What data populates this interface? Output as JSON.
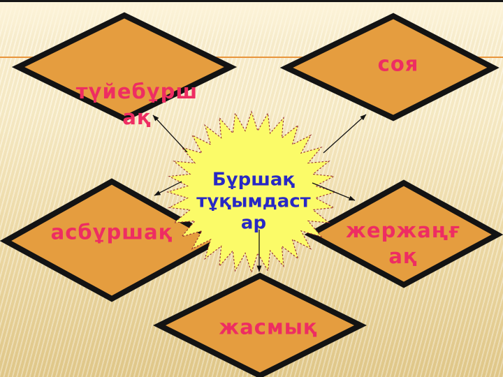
{
  "diagram": {
    "center": {
      "label": "Бұршақ тұқымдастар",
      "lines": [
        "Бұршақ",
        "тұқымдаст",
        "ар"
      ]
    },
    "nodes": [
      {
        "id": "tuyeburshak",
        "label": "түйебұршақ",
        "lines": [
          "түйебұрш",
          "ақ"
        ]
      },
      {
        "id": "soya",
        "label": "соя",
        "lines": [
          "соя"
        ]
      },
      {
        "id": "asburshak",
        "label": "асбұршақ",
        "lines": [
          "асбұршақ"
        ]
      },
      {
        "id": "zherzhangak",
        "label": "жержаңғақ",
        "lines": [
          "жержаңғ",
          "ақ"
        ]
      },
      {
        "id": "zhasmyk",
        "label": "жасмық",
        "lines": [
          "жасмық"
        ]
      }
    ]
  },
  "colors": {
    "diamond_fill": "#E59D3F",
    "diamond_border": "#131313",
    "label_text": "#EE2D62",
    "center_text": "#2828C4",
    "star_fill": "#FBFB68",
    "star_outline": "#9B3232",
    "accent_line": "#E8953C",
    "arrow": "#131313",
    "top_bar": "#161616"
  }
}
